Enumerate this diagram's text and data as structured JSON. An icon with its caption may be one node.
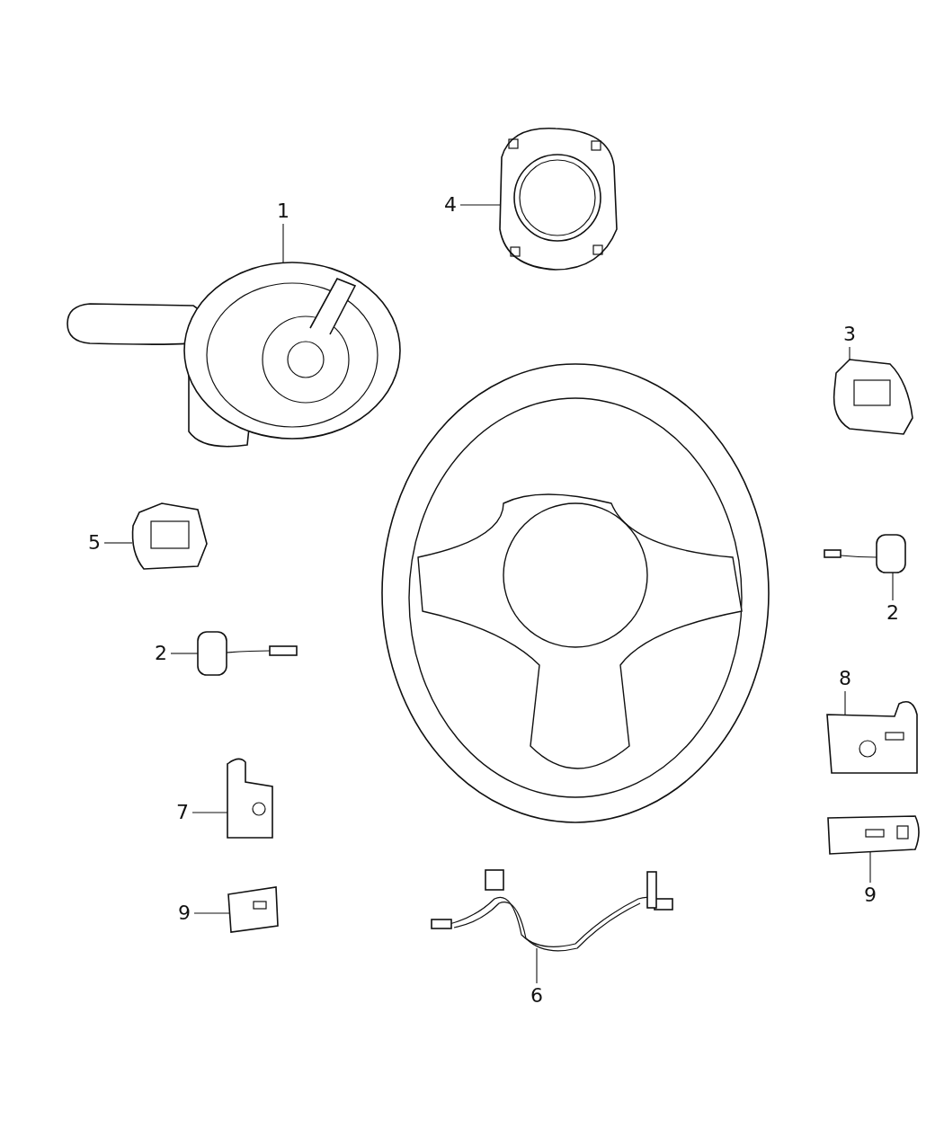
{
  "diagram": {
    "nodes": [
      {
        "text": [
          "4"
        ]
      },
      {
        "text": [],
        "shape": "picture"
      },
      {
        "text": [
          "1"
        ]
      },
      {
        "text": [],
        "shape": "picture"
      },
      {
        "text": [
          "3"
        ]
      },
      {
        "text": [],
        "shape": "picture"
      },
      {
        "text": [
          "5"
        ]
      },
      {
        "text": [],
        "shape": "picture"
      },
      {
        "text": [
          "2"
        ]
      },
      {
        "text": [],
        "shape": "picture"
      },
      {
        "text": [
          "2"
        ]
      },
      {
        "text": [],
        "shape": "picture"
      },
      {
        "text": [
          "8"
        ]
      },
      {
        "text": [],
        "shape": "picture"
      },
      {
        "text": [
          "7"
        ]
      },
      {
        "text": [],
        "shape": "picture"
      },
      {
        "text": [
          "9"
        ]
      },
      {
        "text": [],
        "shape": "picture"
      },
      {
        "text": [
          "9"
        ]
      },
      {
        "text": [],
        "shape": "picture"
      },
      {
        "text": [
          "6"
        ]
      },
      {
        "text": [],
        "shape": "picture"
      }
    ],
    "edges": [
      {
        "from": 0,
        "to": 1,
        "arrow": "none"
      },
      {
        "from": 2,
        "to": 3,
        "arrow": "none"
      },
      {
        "from": 4,
        "to": 5,
        "arrow": "none"
      },
      {
        "from": 6,
        "to": 7,
        "arrow": "none"
      },
      {
        "from": 8,
        "to": 9,
        "arrow": "none"
      },
      {
        "from": 10,
        "to": 11,
        "arrow": "none"
      },
      {
        "from": 12,
        "to": 13,
        "arrow": "none"
      },
      {
        "from": 14,
        "to": 15,
        "arrow": "none"
      },
      {
        "from": 16,
        "to": 17,
        "arrow": "none"
      },
      {
        "from": 18,
        "to": 19,
        "arrow": "none"
      },
      {
        "from": 20,
        "to": 21,
        "arrow": "none"
      }
    ]
  }
}
